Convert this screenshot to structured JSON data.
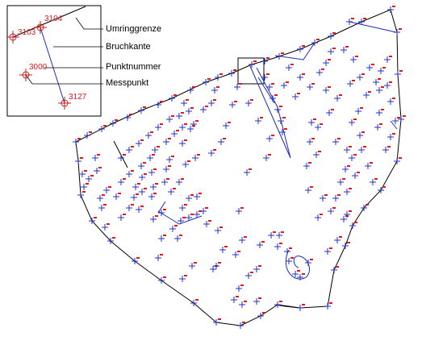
{
  "legend": {
    "labels": [
      "Umringgrenze",
      "Bruchkante",
      "Punktnummer",
      "Messpunkt"
    ],
    "point_numbers": [
      "3103",
      "3104",
      "3000",
      "3127"
    ]
  },
  "colors": {
    "boundary": "#000000",
    "breakline": "#1f2ab8",
    "measurement_point": "#2030c8",
    "point_number": "#e01818",
    "legend_symbol": "#cc2020",
    "detail_frame": "#000000"
  },
  "symbols": {
    "measurement_point": "plus-cross-icon",
    "point_number": "red-tick-mark",
    "legend_point": "crosshair-circle-icon"
  }
}
